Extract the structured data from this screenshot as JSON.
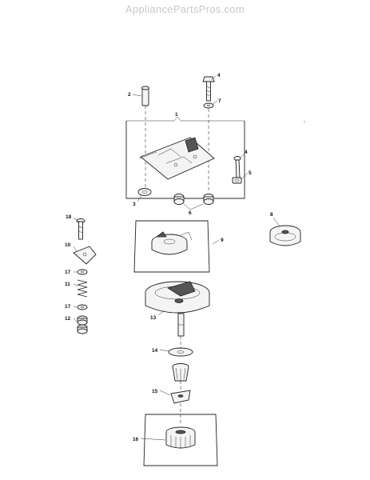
{
  "watermark": "AppliancePartsPros.com",
  "callouts": {
    "c1": "1",
    "c2": "2",
    "c3": "3",
    "c4a": "4",
    "c4b": "4",
    "c5": "5",
    "c6": "6",
    "c7": "7",
    "c8": "8",
    "c9": "9",
    "c10": "10",
    "c11": "11",
    "c12": "12",
    "c13": "13",
    "c14": "14",
    "c15": "15",
    "c16": "16",
    "c17a": "17",
    "c17b": "17",
    "c18": "18"
  },
  "colors": {
    "line": "#222222",
    "watermark": "#c8c8c8",
    "background": "#ffffff"
  }
}
